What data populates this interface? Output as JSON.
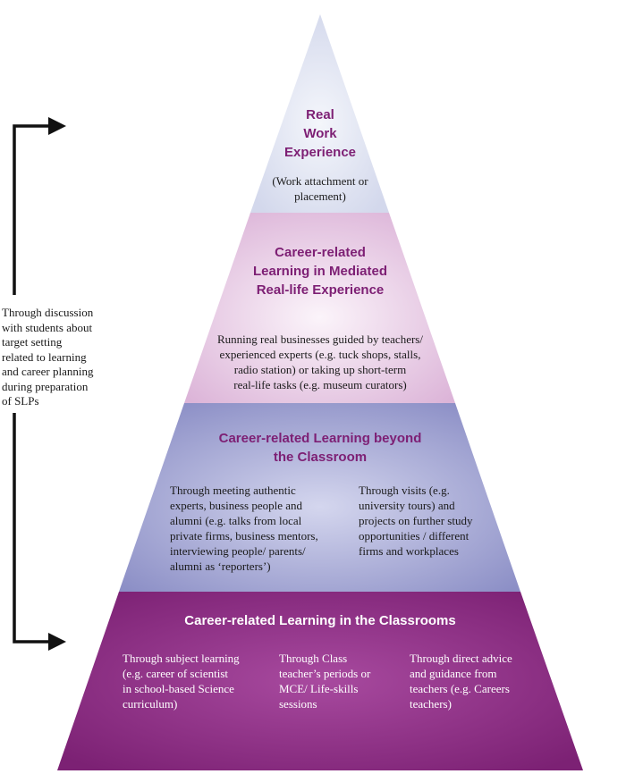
{
  "side_note": "Through discussion\nwith students about\ntarget setting\nrelated to learning\nand career planning\nduring preparation\nof SLPs",
  "tiers": [
    {
      "title": "Real\nWork\nExperience",
      "subtitle": "(Work attachment or\nplacement)"
    },
    {
      "title": "Career-related\nLearning in Mediated\nReal-life Experience",
      "subtitle": "Running real businesses guided by teachers/\nexperienced experts (e.g. tuck shops, stalls,\nradio station) or taking up short-term\nreal-life tasks (e.g. museum curators)"
    },
    {
      "title": "Career-related Learning beyond\nthe Classroom",
      "columns": [
        "Through meeting authentic\nexperts, business people and\nalumni (e.g. talks from local\nprivate firms, business mentors,\ninterviewing people/ parents/\nalumni as ‘reporters’)",
        "Through visits (e.g.\nuniversity tours) and\nprojects on further study\nopportunities / different\nfirms and workplaces"
      ]
    },
    {
      "title": "Career-related Learning in the Classrooms",
      "columns": [
        "Through subject learning\n(e.g. career of scientist\nin school-based Science\ncurriculum)",
        "Through Class\nteacher’s periods or\nMCE/ Life-skills\nsessions",
        "Through direct advice\nand guidance from\nteachers (e.g. Careers\nteachers)"
      ]
    }
  ],
  "colors": {
    "tier1": "#dfe3f1",
    "tier2": "#ecd5e8",
    "tier3": "#a3a6d2",
    "tier4": "#8b2f83",
    "title": "#7d1f74",
    "arrow": "#111111"
  }
}
